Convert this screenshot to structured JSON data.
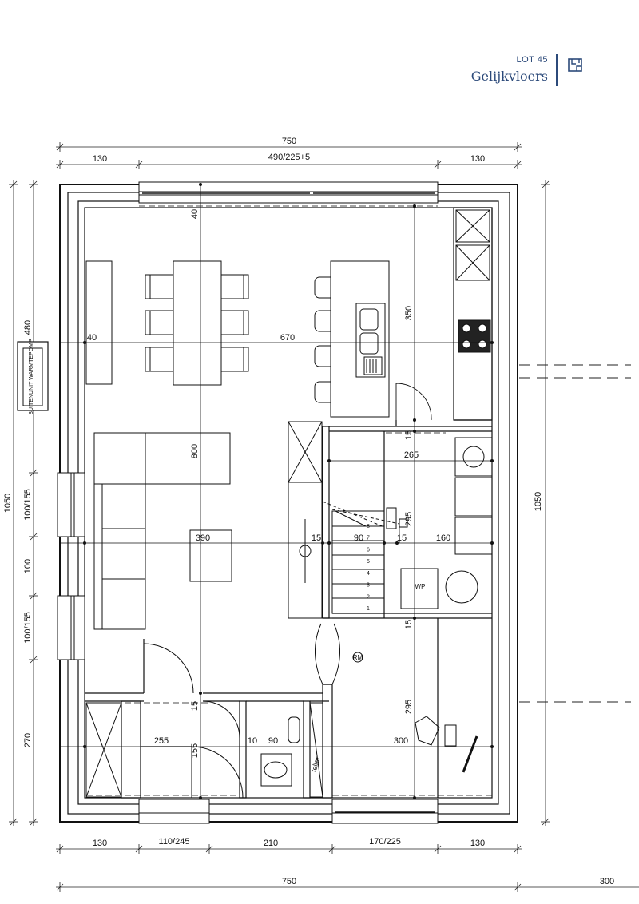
{
  "header": {
    "lot": "LOT 45",
    "title": "Gelijkvloers",
    "icon": "floorplan-icon",
    "color": "#2c4a7a"
  },
  "dimensions": {
    "top_total": "750",
    "top_left": "130",
    "top_mid": "490/225+5",
    "top_right": "130",
    "bottom_1": "130",
    "bottom_2": "110/245",
    "bottom_3": "210",
    "bottom_4": "170/225",
    "bottom_5": "130",
    "bottom_total": "750",
    "bottom_extra": "300",
    "left_total": "1050",
    "left_1": "480",
    "left_2": "100/155",
    "left_3": "100",
    "left_4": "100/155",
    "left_5": "270",
    "right_total": "1050"
  },
  "inner_labels": {
    "d40_vertical": "40",
    "d40_horizontal": "40",
    "d670": "670",
    "d350": "350",
    "d800": "800",
    "d15_a": "15",
    "d265": "265",
    "d295_a": "295",
    "d390": "390",
    "d15_b": "15",
    "d90_a": "90",
    "d15_c": "15",
    "d160": "160",
    "d15_d": "15",
    "d15_e": "15",
    "d295_b": "295",
    "d255": "255",
    "d155": "155",
    "d10": "10",
    "d90_b": "90",
    "d300": "300"
  },
  "annotations": {
    "heatpump": "BUITENUNIT WARMTEPOMP",
    "wp": "WP",
    "rm": "RM",
    "teller": "teller"
  },
  "stairs": [
    "1",
    "2",
    "3",
    "4",
    "5",
    "6",
    "7",
    "8"
  ]
}
